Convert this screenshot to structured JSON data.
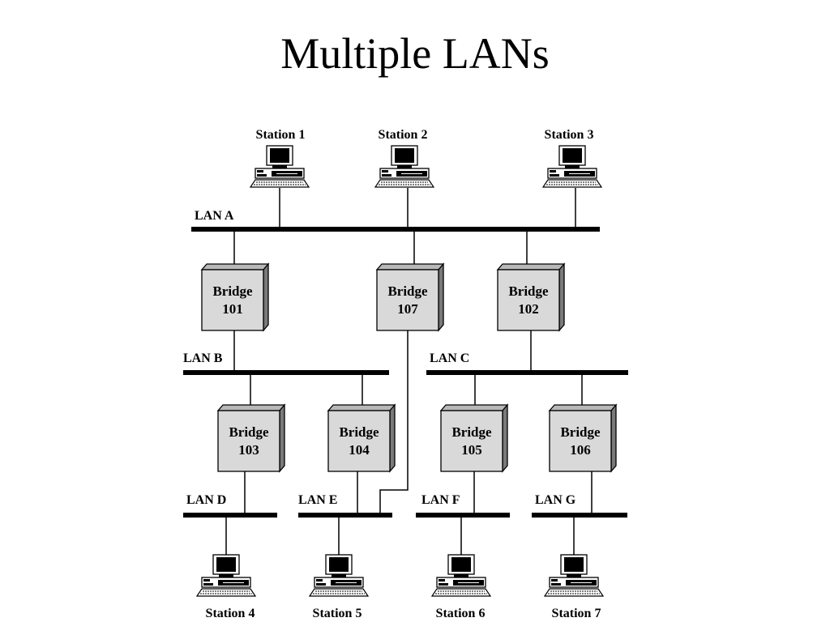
{
  "title": "Multiple LANs",
  "colors": {
    "background": "#ffffff",
    "line": "#000000",
    "bridge_face": "#d9d9d9",
    "bridge_top": "#b8b8b8",
    "bridge_side": "#7a7a7a"
  },
  "stations": [
    {
      "id": "station-1",
      "label": "Station 1",
      "icon": "computer-icon"
    },
    {
      "id": "station-2",
      "label": "Station 2",
      "icon": "computer-icon"
    },
    {
      "id": "station-3",
      "label": "Station 3",
      "icon": "computer-icon"
    },
    {
      "id": "station-4",
      "label": "Station 4",
      "icon": "computer-icon"
    },
    {
      "id": "station-5",
      "label": "Station 5",
      "icon": "computer-icon"
    },
    {
      "id": "station-6",
      "label": "Station 6",
      "icon": "computer-icon"
    },
    {
      "id": "station-7",
      "label": "Station 7",
      "icon": "computer-icon"
    }
  ],
  "lans": [
    {
      "id": "lan-a",
      "label": "LAN A"
    },
    {
      "id": "lan-b",
      "label": "LAN B"
    },
    {
      "id": "lan-c",
      "label": "LAN C"
    },
    {
      "id": "lan-d",
      "label": "LAN D"
    },
    {
      "id": "lan-e",
      "label": "LAN E"
    },
    {
      "id": "lan-f",
      "label": "LAN F"
    },
    {
      "id": "lan-g",
      "label": "LAN G"
    }
  ],
  "bridges": [
    {
      "id": "bridge-101",
      "line1": "Bridge",
      "line2": "101"
    },
    {
      "id": "bridge-107",
      "line1": "Bridge",
      "line2": "107"
    },
    {
      "id": "bridge-102",
      "line1": "Bridge",
      "line2": "102"
    },
    {
      "id": "bridge-103",
      "line1": "Bridge",
      "line2": "103"
    },
    {
      "id": "bridge-104",
      "line1": "Bridge",
      "line2": "104"
    },
    {
      "id": "bridge-105",
      "line1": "Bridge",
      "line2": "105"
    },
    {
      "id": "bridge-106",
      "line1": "Bridge",
      "line2": "106"
    }
  ]
}
